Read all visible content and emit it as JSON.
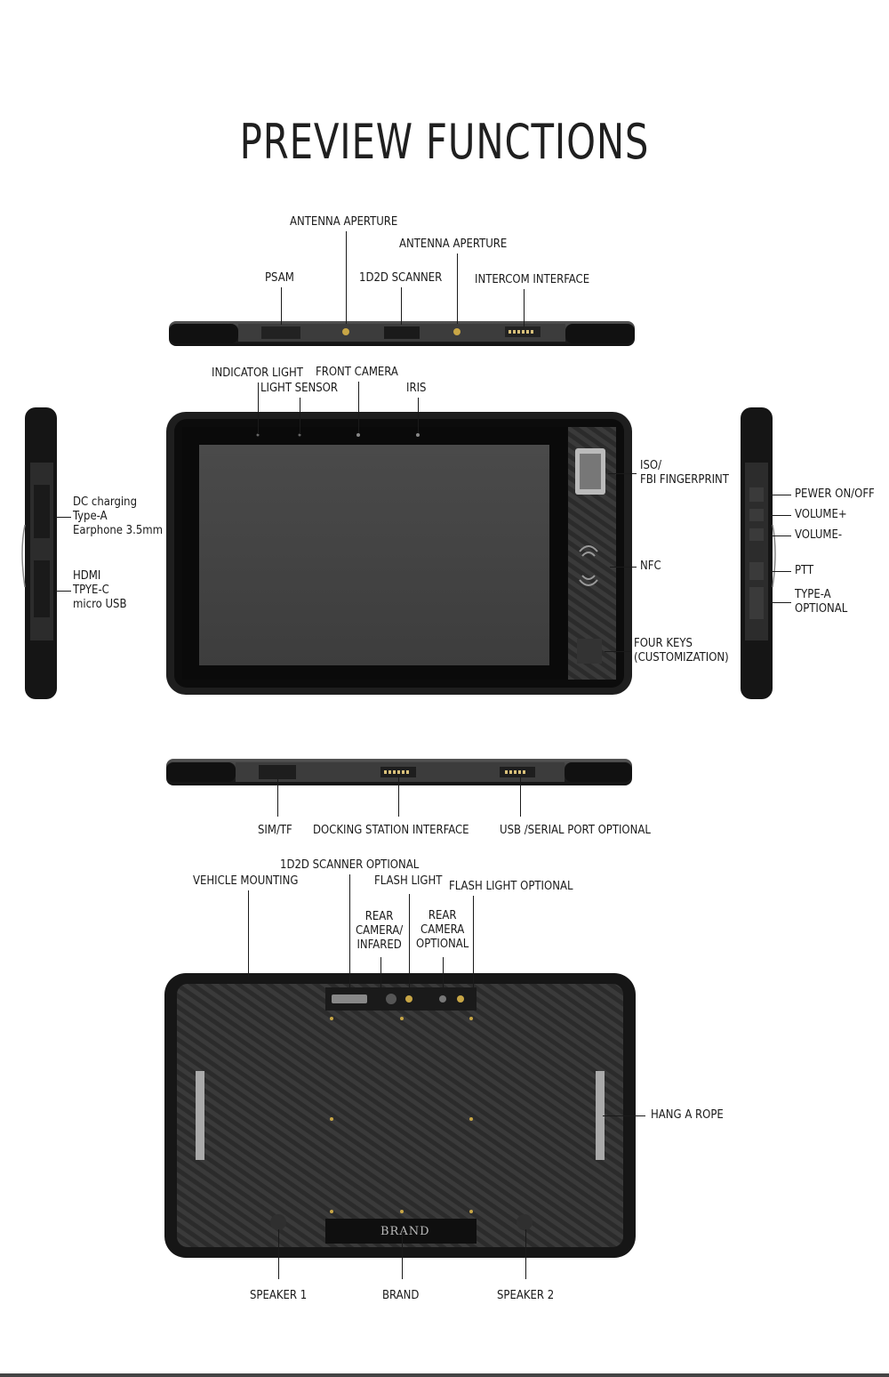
{
  "title": "PREVIEW FUNCTIONS",
  "top_edge": {
    "antenna_1": "ANTENNA APERTURE",
    "antenna_2": "ANTENNA APERTURE",
    "psam": "PSAM",
    "scanner": "1D2D SCANNER",
    "intercom": "INTERCOM INTERFACE"
  },
  "front": {
    "indicator": "INDICATOR LIGHT",
    "light_sensor": "LIGHT SENSOR",
    "front_camera": "FRONT CAMERA",
    "iris": "IRIS",
    "fingerprint": "ISO/\nFBI FINGERPRINT",
    "nfc": "NFC",
    "four_keys": "FOUR KEYS\n(CUSTOMIZATION)"
  },
  "left_side": {
    "dc": "DC charging\nType-A\nEarphone 3.5mm",
    "hdmi": "HDMI\nTPYE-C\nmicro USB"
  },
  "right_side": {
    "power": "PEWER ON/OFF",
    "vol_up": "VOLUME+",
    "vol_down": "VOLUME-",
    "ptt": "PTT",
    "type_a": "TYPE-A\nOPTIONAL"
  },
  "bottom_edge": {
    "sim": "SIM/TF",
    "docking": "DOCKING STATION INTERFACE",
    "usb": "USB /SERIAL PORT OPTIONAL"
  },
  "back": {
    "scanner_opt": "1D2D SCANNER OPTIONAL",
    "vehicle": "VEHICLE MOUNTING",
    "flash": "FLASH LIGHT",
    "flash_opt": "FLASH LIGHT OPTIONAL",
    "rear_cam": "REAR\nCAMERA/\nINFARED",
    "rear_cam_opt": "REAR\nCAMERA\nOPTIONAL",
    "hang_rope": "HANG A ROPE",
    "speaker1": "SPEAKER 1",
    "brand": "BRAND",
    "speaker2": "SPEAKER 2",
    "brand_plate": "BRAND"
  }
}
